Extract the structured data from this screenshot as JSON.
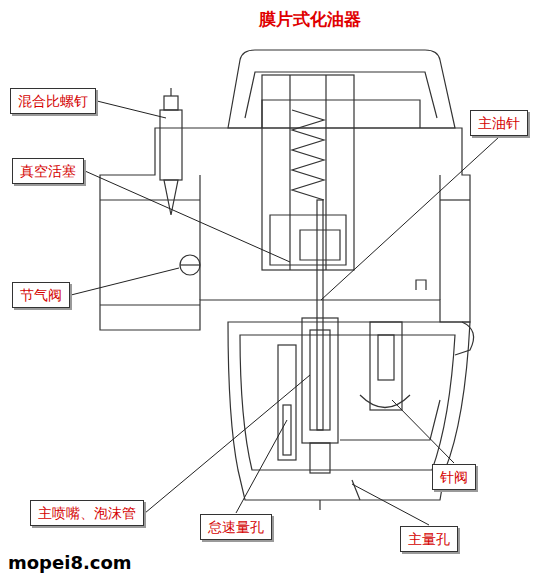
{
  "diagram": {
    "title": "膜片式化油器",
    "nodes": [
      {
        "text": [
          "混合比螺钉"
        ]
      },
      {
        "text": [
          "真空活塞"
        ]
      },
      {
        "text": [
          "节气阀"
        ]
      },
      {
        "text": [
          "主油针"
        ]
      },
      {
        "text": [
          "主喷嘴、泡沫管"
        ]
      },
      {
        "text": [
          "怠速量孔"
        ]
      },
      {
        "text": [
          "针阀"
        ]
      },
      {
        "text": [
          "主量孔"
        ]
      }
    ],
    "labels": [
      "mopei8.com"
    ]
  }
}
